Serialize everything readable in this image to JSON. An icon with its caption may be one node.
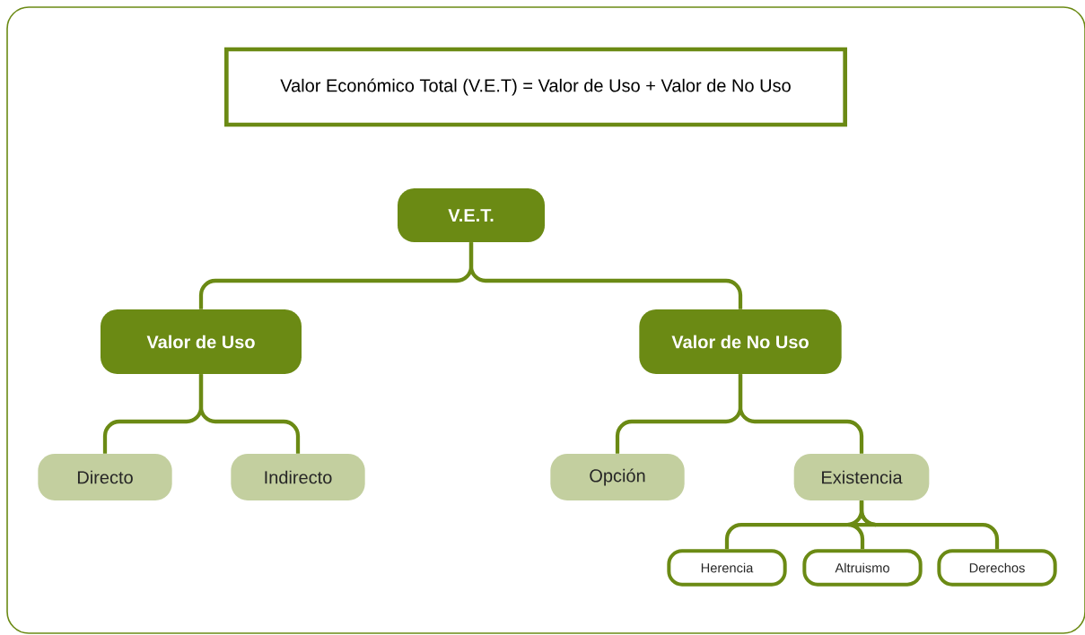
{
  "diagram": {
    "nodes": [
      {
        "text": [
          "Valor Económico Total (V.E.T) = Valor de Uso + Valor de No Uso"
        ]
      },
      {
        "text": [
          "V.E.T."
        ]
      },
      {
        "text": [
          "Valor de Uso"
        ]
      },
      {
        "text": [
          "Valor de No Uso"
        ]
      },
      {
        "text": [
          "Directo"
        ]
      },
      {
        "text": [
          "Indirecto"
        ]
      },
      {
        "text": [
          "Opción"
        ]
      },
      {
        "text": [
          "Existencia"
        ]
      },
      {
        "text": [
          "Herencia"
        ]
      },
      {
        "text": [
          "Altruismo"
        ]
      },
      {
        "text": [
          "Derechos"
        ]
      }
    ],
    "edges": [
      {
        "from": 1,
        "to": 2,
        "arrow": "none"
      },
      {
        "from": 1,
        "to": 3,
        "arrow": "none"
      },
      {
        "from": 2,
        "to": 4,
        "arrow": "none"
      },
      {
        "from": 2,
        "to": 5,
        "arrow": "none"
      },
      {
        "from": 3,
        "to": 6,
        "arrow": "none"
      },
      {
        "from": 3,
        "to": 7,
        "arrow": "none"
      },
      {
        "from": 7,
        "to": 8,
        "arrow": "none"
      },
      {
        "from": 7,
        "to": 9,
        "arrow": "none"
      },
      {
        "from": 7,
        "to": 10,
        "arrow": "none"
      }
    ]
  }
}
